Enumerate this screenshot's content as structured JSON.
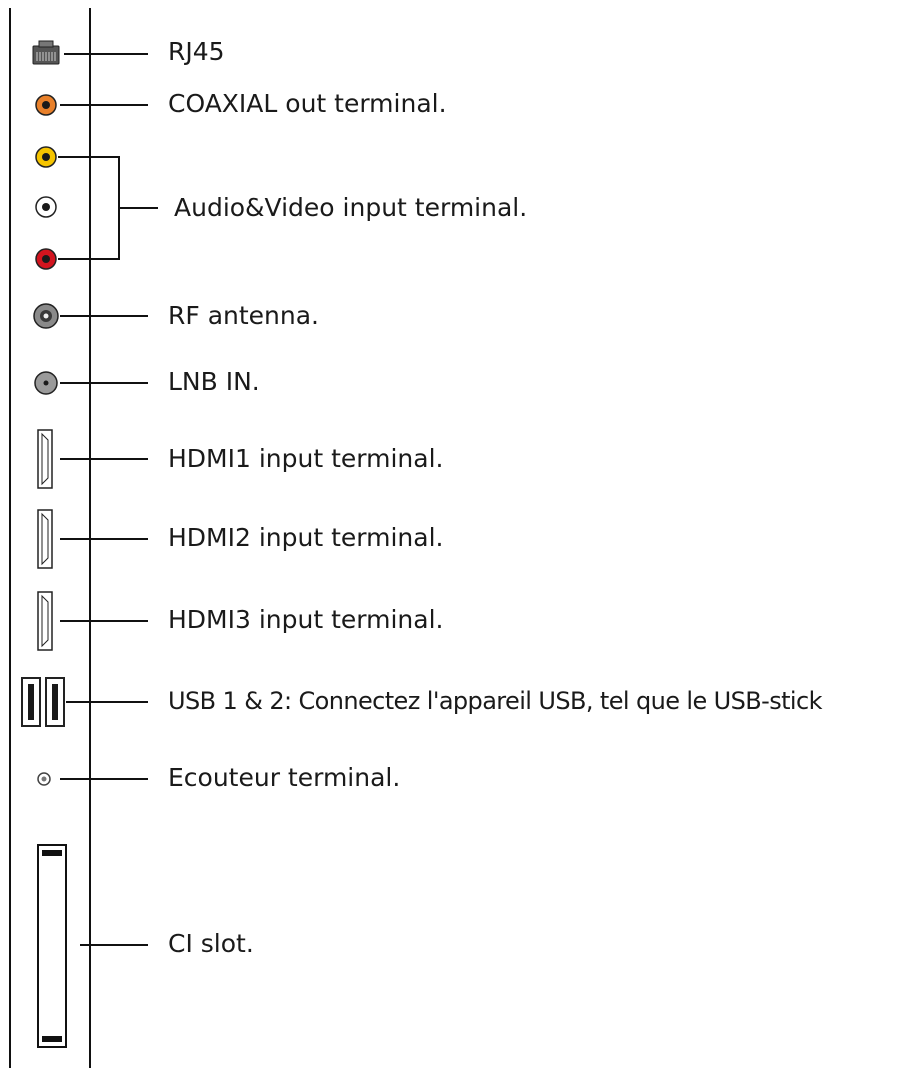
{
  "labels": {
    "rj45": "RJ45",
    "coaxial": "COAXIAL out terminal.",
    "av": "Audio&Video input terminal.",
    "rf": "RF antenna.",
    "lnb": "LNB IN.",
    "hdmi1": "HDMI1 input terminal.",
    "hdmi2": "HDMI2 input terminal.",
    "hdmi3": "HDMI3 input terminal.",
    "usb": "USB 1 & 2: Connectez l'appareil USB, tel que le USB-stick",
    "earphone": "Ecouteur terminal.",
    "ci": "CI slot."
  },
  "colors": {
    "line": "#111111",
    "coaxial": "#e8802a",
    "av_yellow": "#f5c400",
    "av_white": "#ffffff",
    "av_red": "#d2141e",
    "rf_grey": "#8a8a8a",
    "lnb_grey": "#9a9a9a",
    "rj45_grey": "#555555"
  },
  "icons": [
    "rj45-icon",
    "coaxial-jack-icon",
    "av-yellow-jack-icon",
    "av-white-jack-icon",
    "av-red-jack-icon",
    "rf-antenna-icon",
    "lnb-jack-icon",
    "hdmi-port-icon",
    "usb-port-icon",
    "earphone-jack-icon",
    "ci-slot-icon"
  ]
}
